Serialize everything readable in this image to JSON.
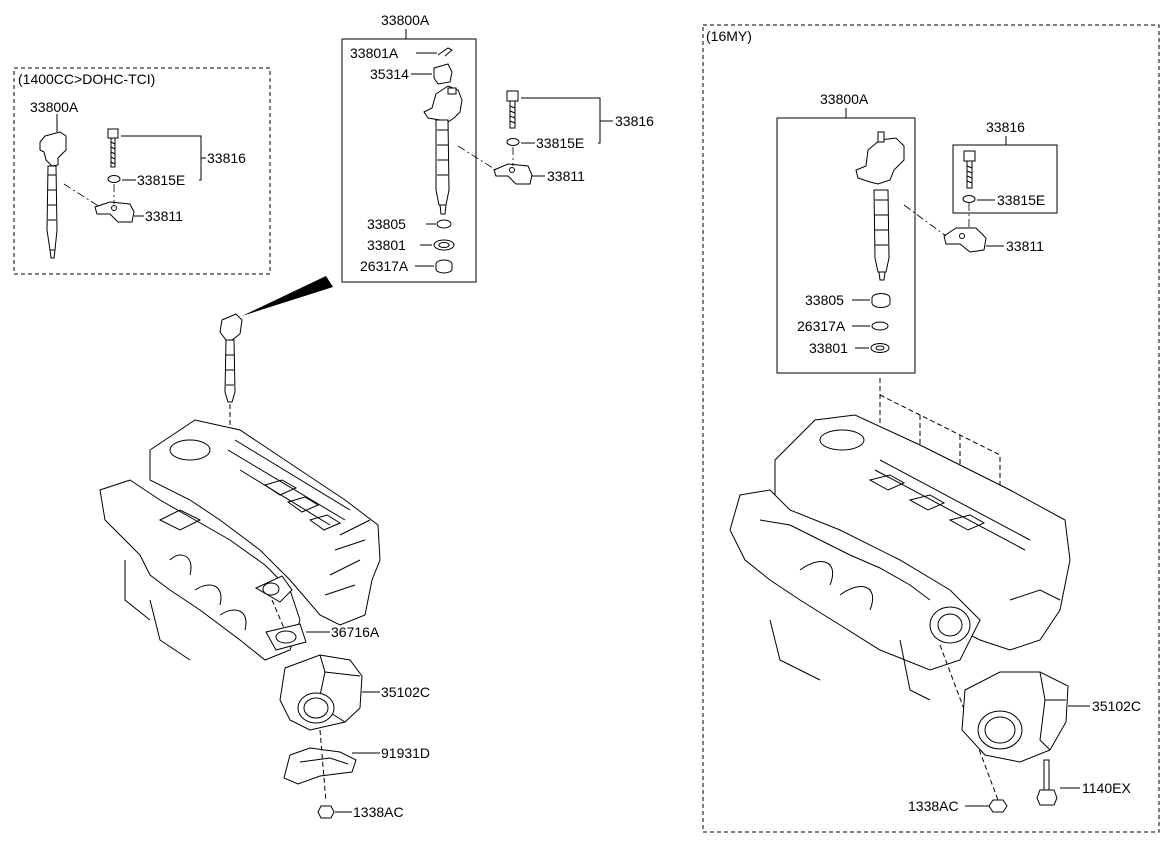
{
  "boxes": {
    "left_title": "(1400CC>DOHC-TCI)",
    "right_title": "(16MY)"
  },
  "labels": {
    "l_33800A": "33800A",
    "l_33816": "33816",
    "l_33815E": "33815E",
    "l_33811": "33811",
    "c_33800A": "33800A",
    "c_33801A": "33801A",
    "c_35314": "35314",
    "c_33816": "33816",
    "c_33815E": "33815E",
    "c_33811": "33811",
    "c_33805": "33805",
    "c_33801": "33801",
    "c_26317A": "26317A",
    "m_36716A": "36716A",
    "m_35102C": "35102C",
    "m_91931D": "91931D",
    "m_1338AC": "1338AC",
    "r_33800A": "33800A",
    "r_33816": "33816",
    "r_33815E": "33815E",
    "r_33811": "33811",
    "r_33805": "33805",
    "r_26317A": "26317A",
    "r_33801": "33801",
    "r_35102C": "35102C",
    "r_1338AC": "1338AC",
    "r_1140EX": "1140EX"
  }
}
